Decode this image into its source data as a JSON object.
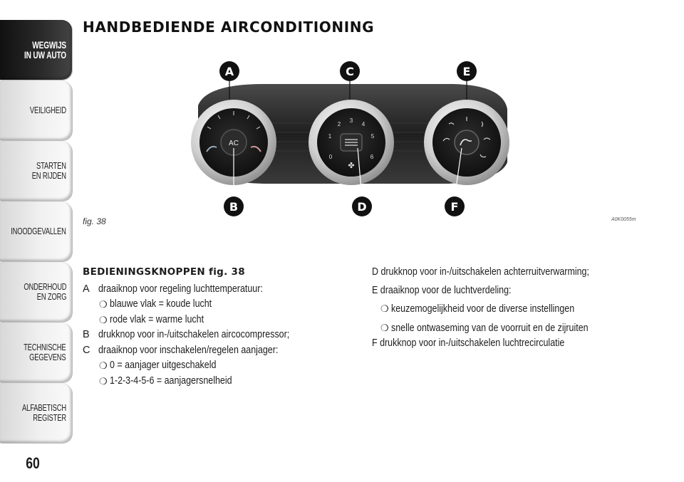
{
  "sidebar": {
    "tabs": [
      {
        "label": "WEGWIJS\nIN UW AUTO",
        "active": true
      },
      {
        "label": "VEILIGHEID",
        "active": false
      },
      {
        "label": "STARTEN\nEN RIJDEN",
        "active": false
      },
      {
        "label": "INOODGEVALLEN",
        "active": false
      },
      {
        "label": "ONDERHOUD\nEN ZORG",
        "active": false
      },
      {
        "label": "TECHNISCHE\nGEGEVENS",
        "active": false
      },
      {
        "label": "ALFABETISCH\nREGISTER",
        "active": false
      }
    ]
  },
  "page_number": "60",
  "heading": "HANDBEDIENDE AIRCONDITIONING",
  "figure": {
    "caption": "fig. 38",
    "code": "A0K0055m",
    "callouts": [
      "A",
      "C",
      "E",
      "B",
      "D",
      "F"
    ],
    "knob_a_center": "AC",
    "fan_scale": [
      "0",
      "1",
      "2",
      "3",
      "4",
      "5",
      "6"
    ]
  },
  "left": {
    "title": "BEDIENINGSKNOPPEN fig. 38",
    "items": [
      {
        "key": "A",
        "text": "draaiknop voor regeling luchttemperatuur:"
      },
      {
        "key": "",
        "bullet": "blauwe vlak = koude lucht"
      },
      {
        "key": "",
        "bullet": "rode vlak = warme lucht"
      },
      {
        "key": "B",
        "text": "drukknop voor in-/uitschakelen aircocompressor;"
      },
      {
        "key": "C",
        "text": "draaiknop voor inschakelen/regelen aanjager:"
      },
      {
        "key": "",
        "bullet": "0 = aanjager uitgeschakeld"
      },
      {
        "key": "",
        "bullet": "1-2-3-4-5-6 = aanjagersnelheid"
      }
    ]
  },
  "right": {
    "line1": "D drukknop voor in-/uitschakelen achterruitverwarming;",
    "line2": "E draaiknop voor de luchtverdeling:",
    "bullet1": "keuzemogelijkheid voor de diverse instellingen",
    "bullet2": "snelle ontwaseming van de voorruit en de zijruiten",
    "line3": "F drukknop voor in-/uitschakelen luchtrecirculatie"
  },
  "colors": {
    "sidebar_active": "#1a1a1a",
    "text": "#1d1d1d"
  }
}
